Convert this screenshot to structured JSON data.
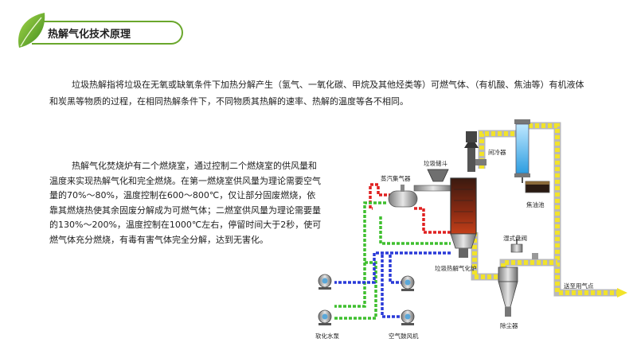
{
  "header": {
    "title": "热解气化技术原理"
  },
  "intro_paragraph": "垃圾热解指将垃圾在无氧或缺氧条件下加热分解产生（氢气、一氧化碳、甲烷及其他烃类等）可燃气体、（有机酸、焦油等）有机液体和炭黑等物质的过程，在相同热解条件下，不同物质其热解的速率、热解的温度等各不相同。",
  "detail_paragraph": "热解气化焚烧炉有二个燃烧室，通过控制二个燃烧室的供风量和温度来实现热解气化和完全燃烧。在第一燃烧室供风量为理论需要空气量的70%～80%，温度控制在600～800℃，仅让部分固废燃烧，依靠其燃烧热使其余固废分解成为可燃气体；二燃室供风量为理论需要量的130%～200%，温度控制在1000℃左右，停留时间大于2秒，使可燃气体充分燃烧，有毒有害气体完全分解，达到无害化。",
  "diagram": {
    "labels": {
      "steam_collector": "蒸汽集气器",
      "waste_hopper": "垃圾储斗",
      "condenser": "间冷器",
      "tar_tank": "焦油池",
      "wet_valve": "湿式盘阀",
      "furnace": "垃圾热解气化炉",
      "to_gas_point": "送至用气点",
      "dust_collector": "除尘器",
      "softened_water_pump": "软化水泵",
      "air_blower": "空气鼓风机"
    },
    "colors": {
      "steam_line": "#e02020",
      "water_line": "#3fbf2f",
      "air_line": "#2a3ad8",
      "gas_line": "#f2e32a",
      "brand_green": "#6aa72c"
    }
  }
}
